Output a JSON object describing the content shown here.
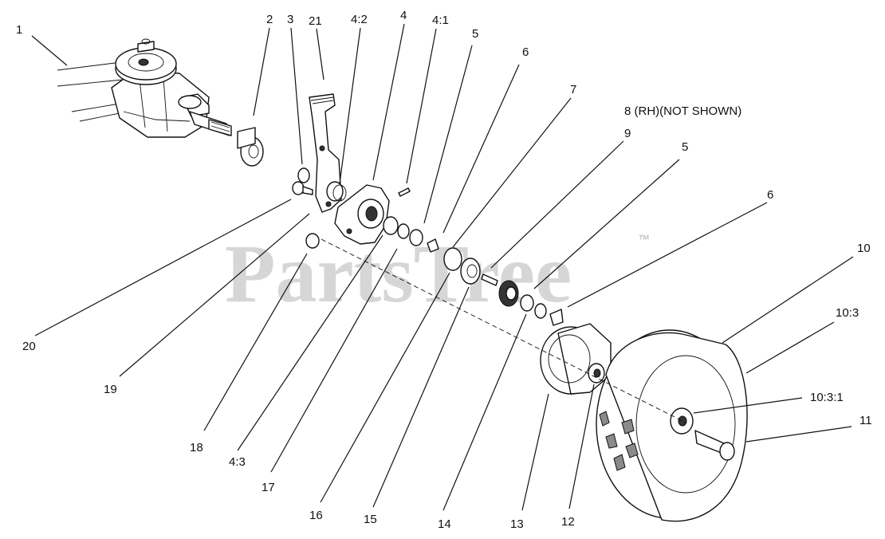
{
  "watermark": {
    "text": "PartsTree",
    "trademark": "™"
  },
  "callouts": [
    {
      "id": "1",
      "label": "1"
    },
    {
      "id": "2",
      "label": "2"
    },
    {
      "id": "3",
      "label": "3"
    },
    {
      "id": "21",
      "label": "21"
    },
    {
      "id": "4-2",
      "label": "4:2"
    },
    {
      "id": "4",
      "label": "4"
    },
    {
      "id": "4-1",
      "label": "4:1"
    },
    {
      "id": "5a",
      "label": "5"
    },
    {
      "id": "6a",
      "label": "6"
    },
    {
      "id": "7",
      "label": "7"
    },
    {
      "id": "8",
      "label": "8 (RH)(NOT SHOWN)"
    },
    {
      "id": "9",
      "label": "9"
    },
    {
      "id": "5b",
      "label": "5"
    },
    {
      "id": "6b",
      "label": "6"
    },
    {
      "id": "10",
      "label": "10"
    },
    {
      "id": "10-3",
      "label": "10:3"
    },
    {
      "id": "10-3-1",
      "label": "10:3:1"
    },
    {
      "id": "11",
      "label": "11"
    },
    {
      "id": "20",
      "label": "20"
    },
    {
      "id": "19",
      "label": "19"
    },
    {
      "id": "18",
      "label": "18"
    },
    {
      "id": "4-3",
      "label": "4:3"
    },
    {
      "id": "17",
      "label": "17"
    },
    {
      "id": "16",
      "label": "16"
    },
    {
      "id": "15",
      "label": "15"
    },
    {
      "id": "14",
      "label": "14"
    },
    {
      "id": "13",
      "label": "13"
    },
    {
      "id": "12",
      "label": "12"
    }
  ]
}
